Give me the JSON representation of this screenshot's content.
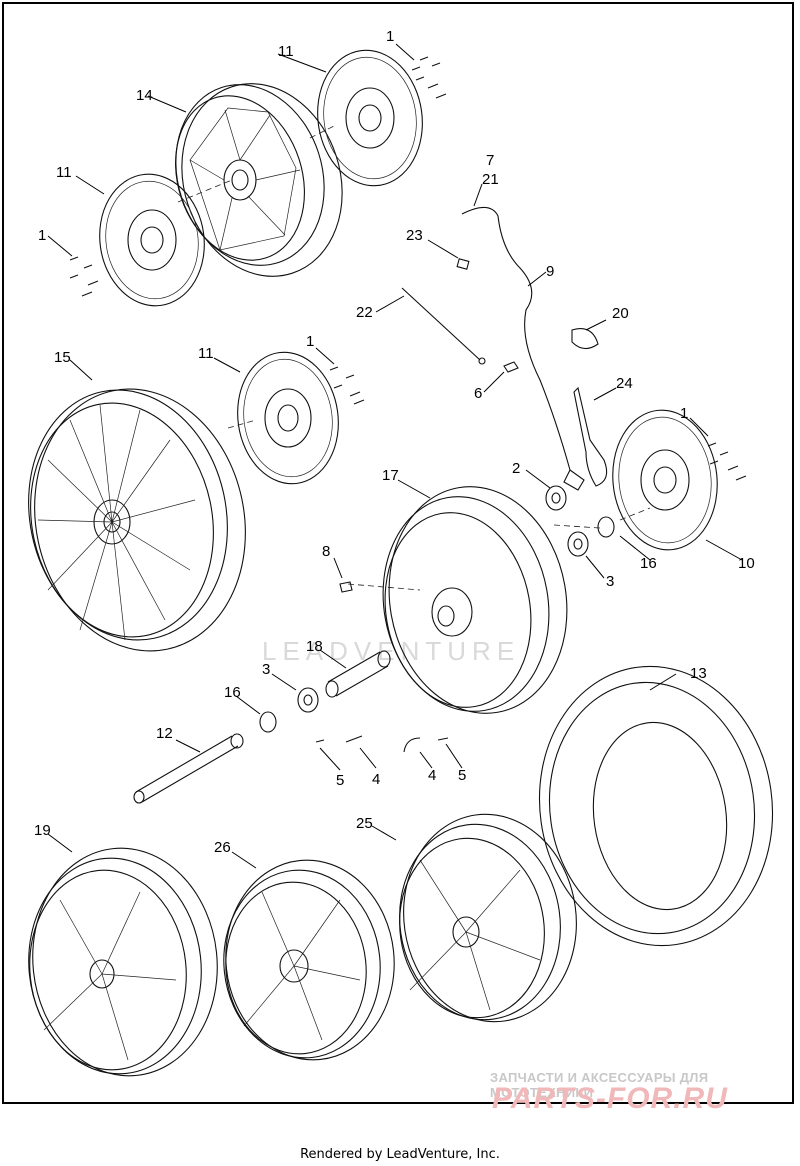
{
  "callouts": {
    "c1a": "1",
    "c1b": "1",
    "c1c": "1",
    "c1d": "1",
    "c2": "2",
    "c3a": "3",
    "c3b": "3",
    "c4a": "4",
    "c4b": "4",
    "c5a": "5",
    "c5b": "5",
    "c6": "6",
    "c7": "7",
    "c8": "8",
    "c9": "9",
    "c10": "10",
    "c11a": "11",
    "c11b": "11",
    "c11c": "11",
    "c12": "12",
    "c13": "13",
    "c14": "14",
    "c15": "15",
    "c16a": "16",
    "c16b": "16",
    "c17": "17",
    "c18": "18",
    "c19": "19",
    "c20": "20",
    "c21": "21",
    "c22": "22",
    "c23": "23",
    "c24": "24",
    "c25": "25",
    "c26": "26"
  },
  "watermark": "LEADVENTURE",
  "brand": {
    "tagline": "ЗАПЧАСТИ И АКСЕССУАРЫ ДЛЯ МОТОТЕХНИКИ",
    "logo": "PARTS-FOR.RU"
  },
  "footer": "Rendered by LeadVenture, Inc."
}
